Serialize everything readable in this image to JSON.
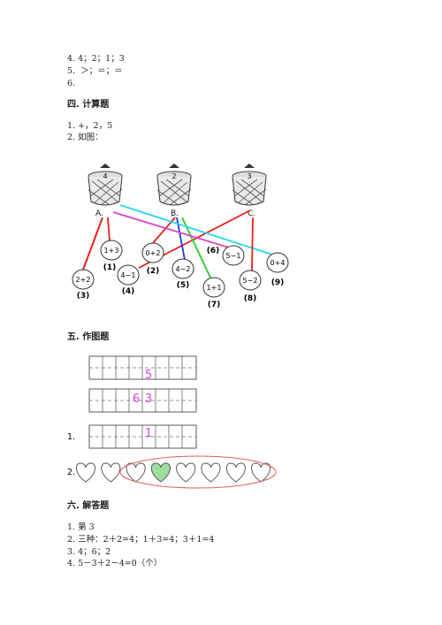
{
  "top_lines": [
    "4. 4；2；1；3",
    "5.  ＞；＝；＝",
    "6."
  ],
  "section4": {
    "title": "四. 计算题",
    "lines": [
      "1. +，2，5",
      "2. 如图："
    ]
  },
  "diagram": {
    "baskets": [
      {
        "num": "4",
        "letter": "A."
      },
      {
        "num": "2",
        "letter": "B."
      },
      {
        "num": "3",
        "letter": "C."
      }
    ],
    "items": [
      {
        "expr": "1+3",
        "idx": "(1)"
      },
      {
        "expr": "0+2",
        "idx": "(2)"
      },
      {
        "expr": "2+2",
        "idx": "(3)"
      },
      {
        "expr": "4−1",
        "idx": "(4)"
      },
      {
        "expr": "4−2",
        "idx": "(5)"
      },
      {
        "expr": "5−1",
        "idx": "(6)"
      },
      {
        "expr": "1+1",
        "idx": "(7)"
      },
      {
        "expr": "5−2",
        "idx": "(8)"
      },
      {
        "expr": "0+4",
        "idx": "(9)"
      }
    ],
    "line_colors": [
      "#e8221a",
      "#e8221a",
      "#e8221a",
      "#e8221a",
      "#1e3ae0",
      "#39cc3a",
      "#2ad8e8",
      "#e040c8",
      "#e8221a"
    ]
  },
  "section5": {
    "title": "五. 作图题",
    "grid_digits": [
      "5",
      "6",
      "3",
      "1"
    ],
    "digit_color": "#e040e0",
    "label1": "1.",
    "label2": "2.",
    "hearts_total": 8,
    "hearts_filled_index": 3,
    "heart_fill": "#9fdc9f",
    "ellipse_color": "#e06060"
  },
  "section6": {
    "title": "六. 解答题",
    "lines": [
      "1. 第 3",
      "2. 三种：2＋2=4；1＋3=4；3＋1=4",
      "3. 4；6；2",
      "4. 5－3＋2－4=0（个）"
    ]
  }
}
